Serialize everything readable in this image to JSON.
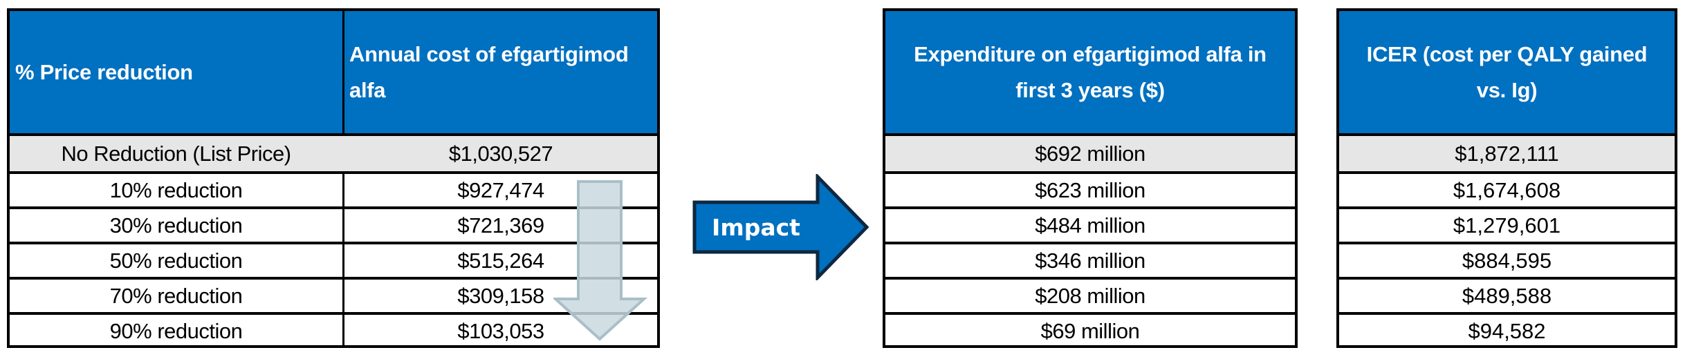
{
  "table_price": {
    "headers": [
      "% Price reduction",
      "Annual cost of efgartigimod alfa"
    ],
    "rows": [
      {
        "reduction": "No Reduction (List Price)",
        "annual_cost": "$1,030,527"
      },
      {
        "reduction": "10% reduction",
        "annual_cost": "$927,474"
      },
      {
        "reduction": "30% reduction",
        "annual_cost": "$721,369"
      },
      {
        "reduction": "50% reduction",
        "annual_cost": "$515,264"
      },
      {
        "reduction": "70% reduction",
        "annual_cost": "$309,158"
      },
      {
        "reduction": "90% reduction",
        "annual_cost": "$103,053"
      }
    ]
  },
  "impact_arrow": {
    "label": "Impact"
  },
  "table_expenditure": {
    "header": "Expenditure on efgartigimod alfa in first 3 years ($)",
    "rows": [
      "$692 million",
      "$623 million",
      "$484 million",
      "$346 million",
      "$208 million",
      "$69 million"
    ]
  },
  "table_icer": {
    "header": "ICER (cost per QALY gained vs. Ig)",
    "rows": [
      "$1,872,111",
      "$1,674,608",
      "$1,279,601",
      "$884,595",
      "$489,588",
      "$94,582"
    ]
  },
  "colors": {
    "header_blue": "#0070C0",
    "highlight_row_gray": "#E7E6E6",
    "arrow_outline": "#0E2841",
    "down_arrow_fill": "#C9D9E0",
    "down_arrow_stroke": "#A9BFC8"
  }
}
